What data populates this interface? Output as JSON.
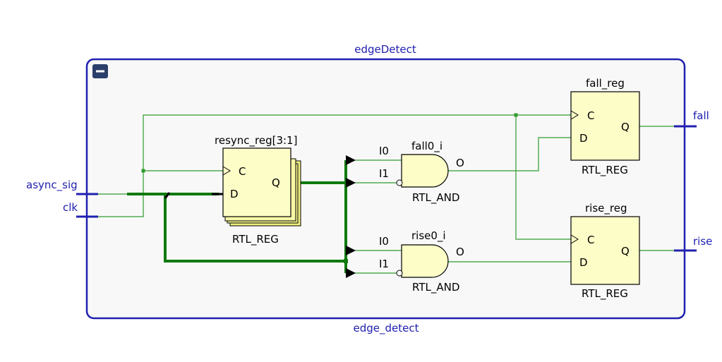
{
  "module": {
    "instance_name": "edgeDetect",
    "type_name": "edge_detect"
  },
  "ports": {
    "inputs": [
      "async_sig",
      "clk"
    ],
    "outputs": [
      "fall",
      "rise"
    ]
  },
  "cells": {
    "resync": {
      "name": "resync_reg[3:1]",
      "type": "RTL_REG",
      "pin_c": "C",
      "pin_d": "D",
      "pin_q": "Q"
    },
    "fall0": {
      "name": "fall0_i",
      "type": "RTL_AND",
      "pin_i0": "I0",
      "pin_i1": "I1",
      "pin_o": "O"
    },
    "rise0": {
      "name": "rise0_i",
      "type": "RTL_AND",
      "pin_i0": "I0",
      "pin_i1": "I1",
      "pin_o": "O"
    },
    "fall_reg": {
      "name": "fall_reg",
      "type": "RTL_REG",
      "pin_c": "C",
      "pin_d": "D",
      "pin_q": "Q"
    },
    "rise_reg": {
      "name": "rise_reg",
      "type": "RTL_REG",
      "pin_c": "C",
      "pin_d": "D",
      "pin_q": "Q"
    }
  },
  "colors": {
    "module_border": "#2020b0",
    "module_fill": "#f8f8f8",
    "wire": "#2f9a2f",
    "bus": "#0f7a0f",
    "cell_fill": "#fdfdc8",
    "label_blue": "#2020b0"
  },
  "icons": {
    "collapse": "minus-icon"
  }
}
